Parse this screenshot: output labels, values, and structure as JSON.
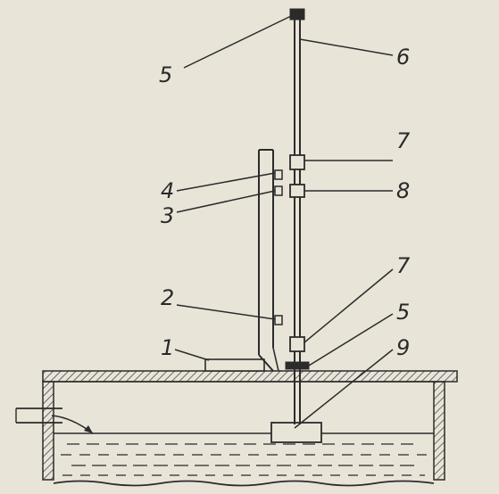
{
  "colors": {
    "paper": "#e9e4d8",
    "ink": "#2b2b2b",
    "hatch": "#4a4a4a"
  },
  "callouts": [
    {
      "id": "l5a",
      "text": "5"
    },
    {
      "id": "l6",
      "text": "6"
    },
    {
      "id": "l7a",
      "text": "7"
    },
    {
      "id": "l4",
      "text": "4"
    },
    {
      "id": "l8",
      "text": "8"
    },
    {
      "id": "l3",
      "text": "3"
    },
    {
      "id": "l2",
      "text": "2"
    },
    {
      "id": "l7b",
      "text": "7"
    },
    {
      "id": "l5b",
      "text": "5"
    },
    {
      "id": "l1",
      "text": "1"
    },
    {
      "id": "l9",
      "text": "9"
    }
  ]
}
